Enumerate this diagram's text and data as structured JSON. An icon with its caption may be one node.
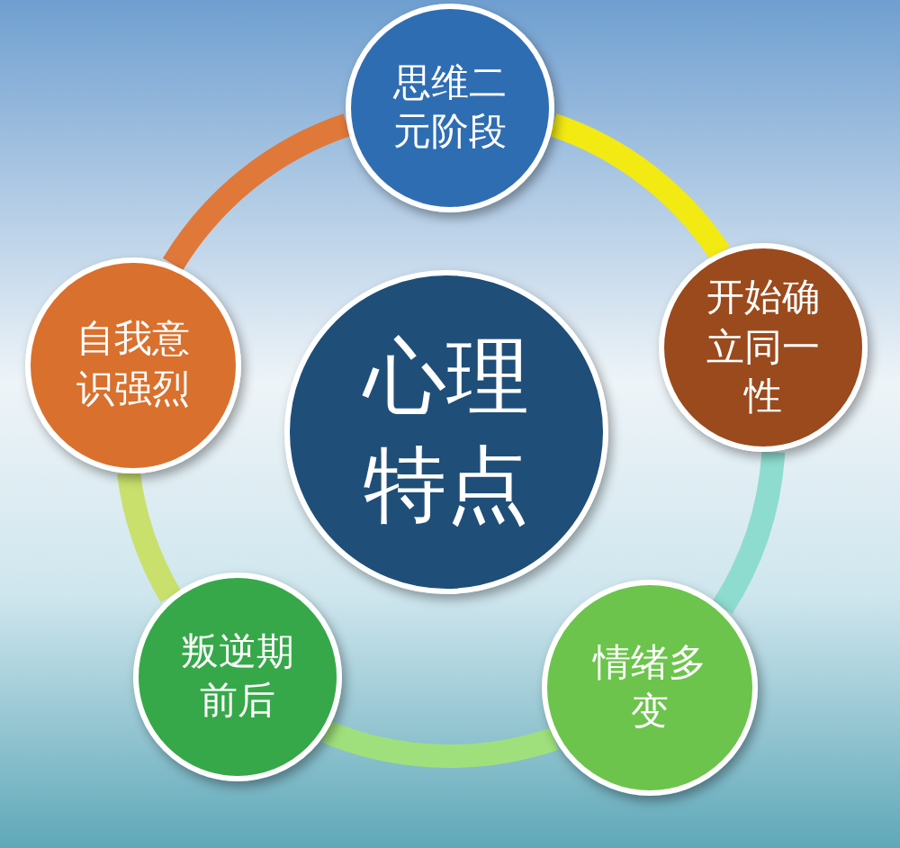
{
  "diagram": {
    "nodes": [
      {
        "text": [
          "心理特点"
        ]
      },
      {
        "text": [
          "思维二元阶段"
        ]
      },
      {
        "text": [
          "开始确立同一性"
        ]
      },
      {
        "text": [
          "情绪多变"
        ]
      },
      {
        "text": [
          "叛逆期前后"
        ]
      },
      {
        "text": [
          "自我意识强烈"
        ]
      }
    ],
    "edges": [
      {
        "from": 1,
        "to": 2,
        "arrow": "none",
        "color": "#f2ea12"
      },
      {
        "from": 2,
        "to": 3,
        "arrow": "none",
        "color": "#8edccf"
      },
      {
        "from": 3,
        "to": 4,
        "arrow": "none",
        "color": "#9fe07c"
      },
      {
        "from": 4,
        "to": 5,
        "arrow": "none",
        "color": "#c9e06c"
      },
      {
        "from": 5,
        "to": 1,
        "arrow": "none",
        "color": "#e0783a"
      }
    ]
  }
}
